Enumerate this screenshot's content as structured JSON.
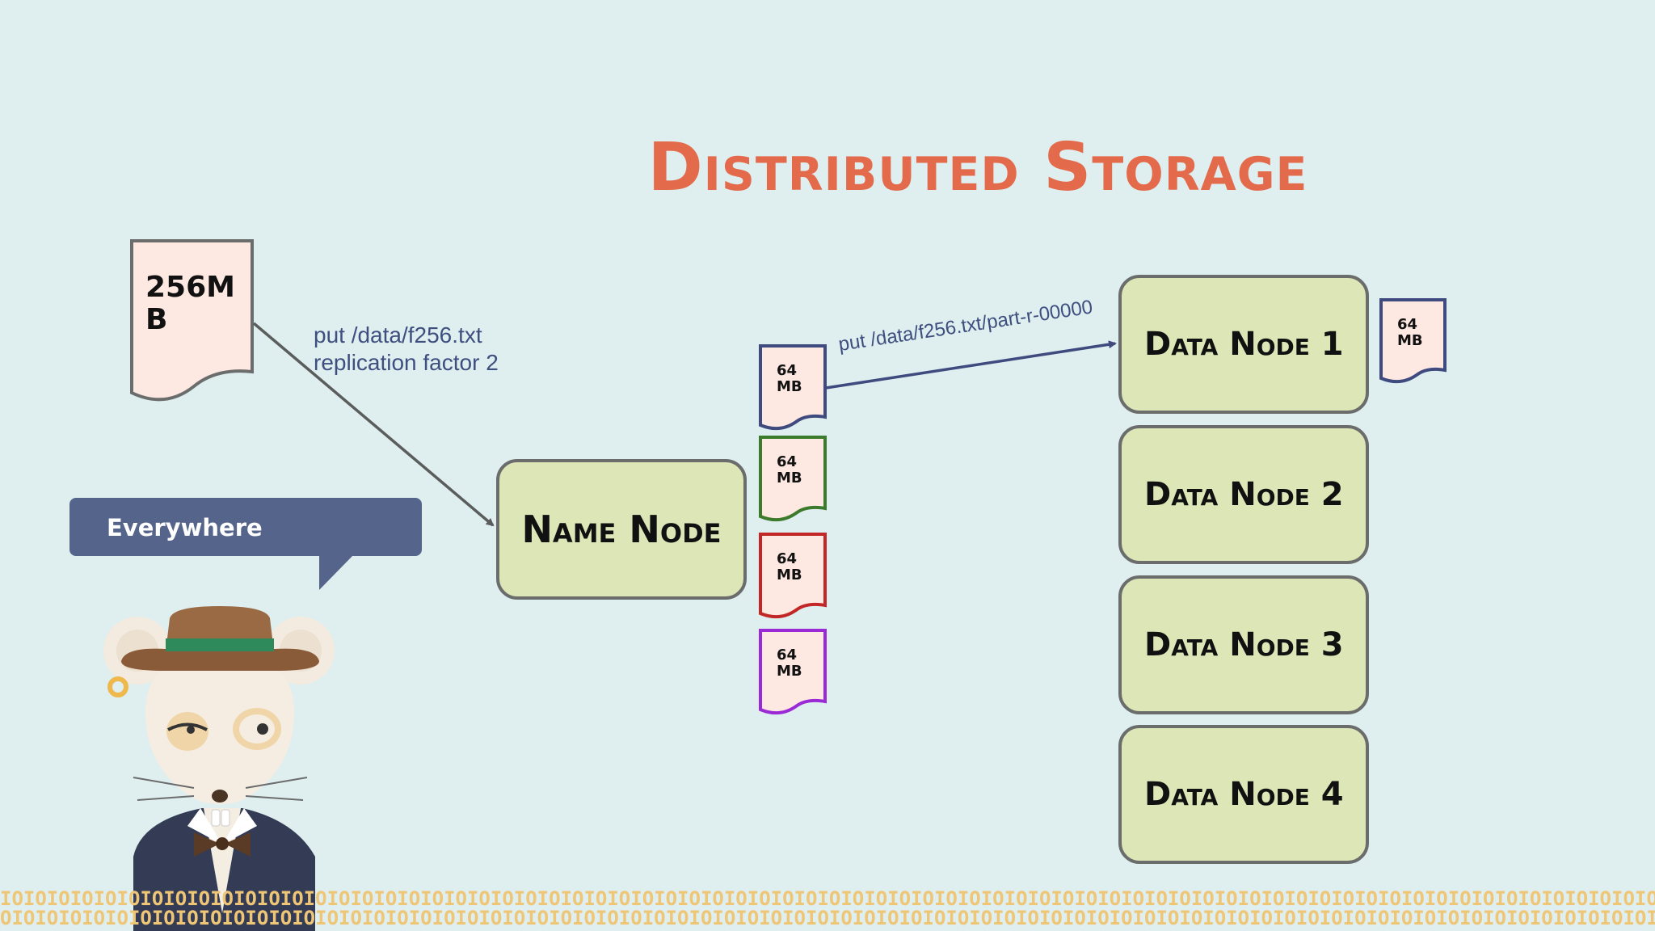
{
  "title": "Distributed Storage",
  "source_file": {
    "label": "256MB"
  },
  "put_command": {
    "line1": "put /data/f256.txt",
    "line2": "replication factor 2"
  },
  "name_node": {
    "label": "Name Node"
  },
  "chunks": [
    {
      "label_top": "64",
      "label_bottom": "MB",
      "color": "#3f4a7e"
    },
    {
      "label_top": "64",
      "label_bottom": "MB",
      "color": "#3c7a2c"
    },
    {
      "label_top": "64",
      "label_bottom": "MB",
      "color": "#c32626"
    },
    {
      "label_top": "64",
      "label_bottom": "MB",
      "color": "#9a2ad6"
    }
  ],
  "part_command": "put /data/f256.txt/part-r-00000",
  "data_nodes": [
    {
      "label": "Data Node 1"
    },
    {
      "label": "Data Node 2"
    },
    {
      "label": "Data Node 3"
    },
    {
      "label": "Data Node 4"
    }
  ],
  "stored_chunk": {
    "label_top": "64",
    "label_bottom": "MB",
    "color": "#3f4a7e"
  },
  "speech_bubble": {
    "text": "Everywhere"
  },
  "colors": {
    "background": "#dfeeef",
    "title": "#e36b4b",
    "node_fill": "#dce6b6",
    "node_border": "#6a6d6c",
    "document_fill": "#fde8e2",
    "arrow": "#5a5d5c",
    "label_text": "#3e4f7f",
    "bubble": "#55648a",
    "binary_pattern": "#efc576"
  },
  "icons": {
    "mascot": "rat-mascot-icon"
  }
}
